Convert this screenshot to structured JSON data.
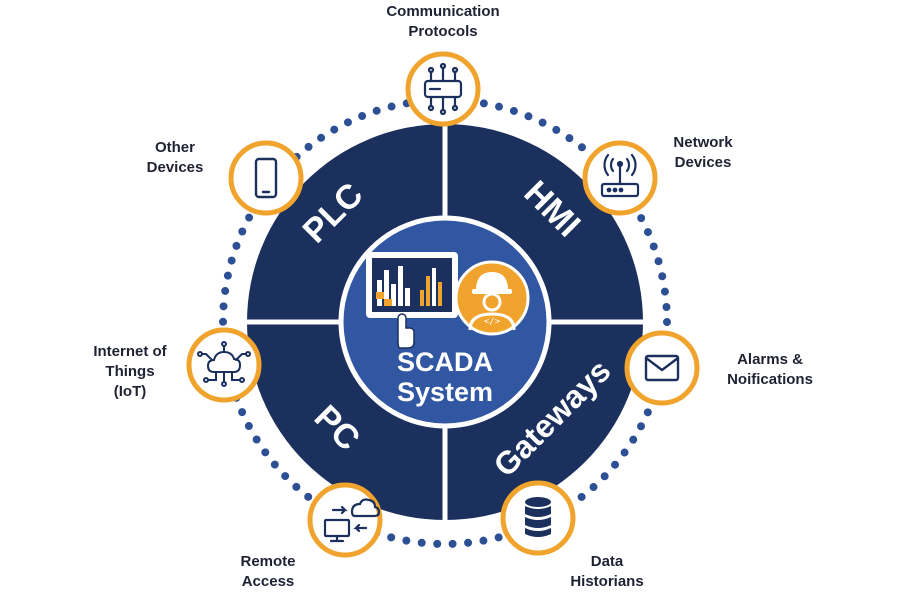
{
  "center": {
    "line1": "SCADA",
    "line2": "System",
    "code_glyph": "</>"
  },
  "segments": [
    {
      "label": "PLC"
    },
    {
      "label": "HMI"
    },
    {
      "label": "Gateways"
    },
    {
      "label": "PC"
    }
  ],
  "nodes": [
    {
      "icon": "chip-icon",
      "lines": [
        "Communication",
        "Protocols"
      ]
    },
    {
      "icon": "router-icon",
      "lines": [
        "Network",
        "Devices"
      ]
    },
    {
      "icon": "envelope-icon",
      "lines": [
        "Alarms &",
        "Noifications"
      ]
    },
    {
      "icon": "database-icon",
      "lines": [
        "Data",
        "Historians"
      ]
    },
    {
      "icon": "remote-desktop-icon",
      "lines": [
        "Remote",
        "Access"
      ]
    },
    {
      "icon": "cloud-network-icon",
      "lines": [
        "Internet of",
        "Things",
        "(IoT)"
      ]
    },
    {
      "icon": "smartphone-icon",
      "lines": [
        "Other",
        "Devices"
      ]
    }
  ],
  "colors": {
    "navy": "#1b305d",
    "center_blue": "#3157a2",
    "orange": "#f0a32d",
    "dots": "#2d4f93",
    "text": "#1f2233"
  }
}
